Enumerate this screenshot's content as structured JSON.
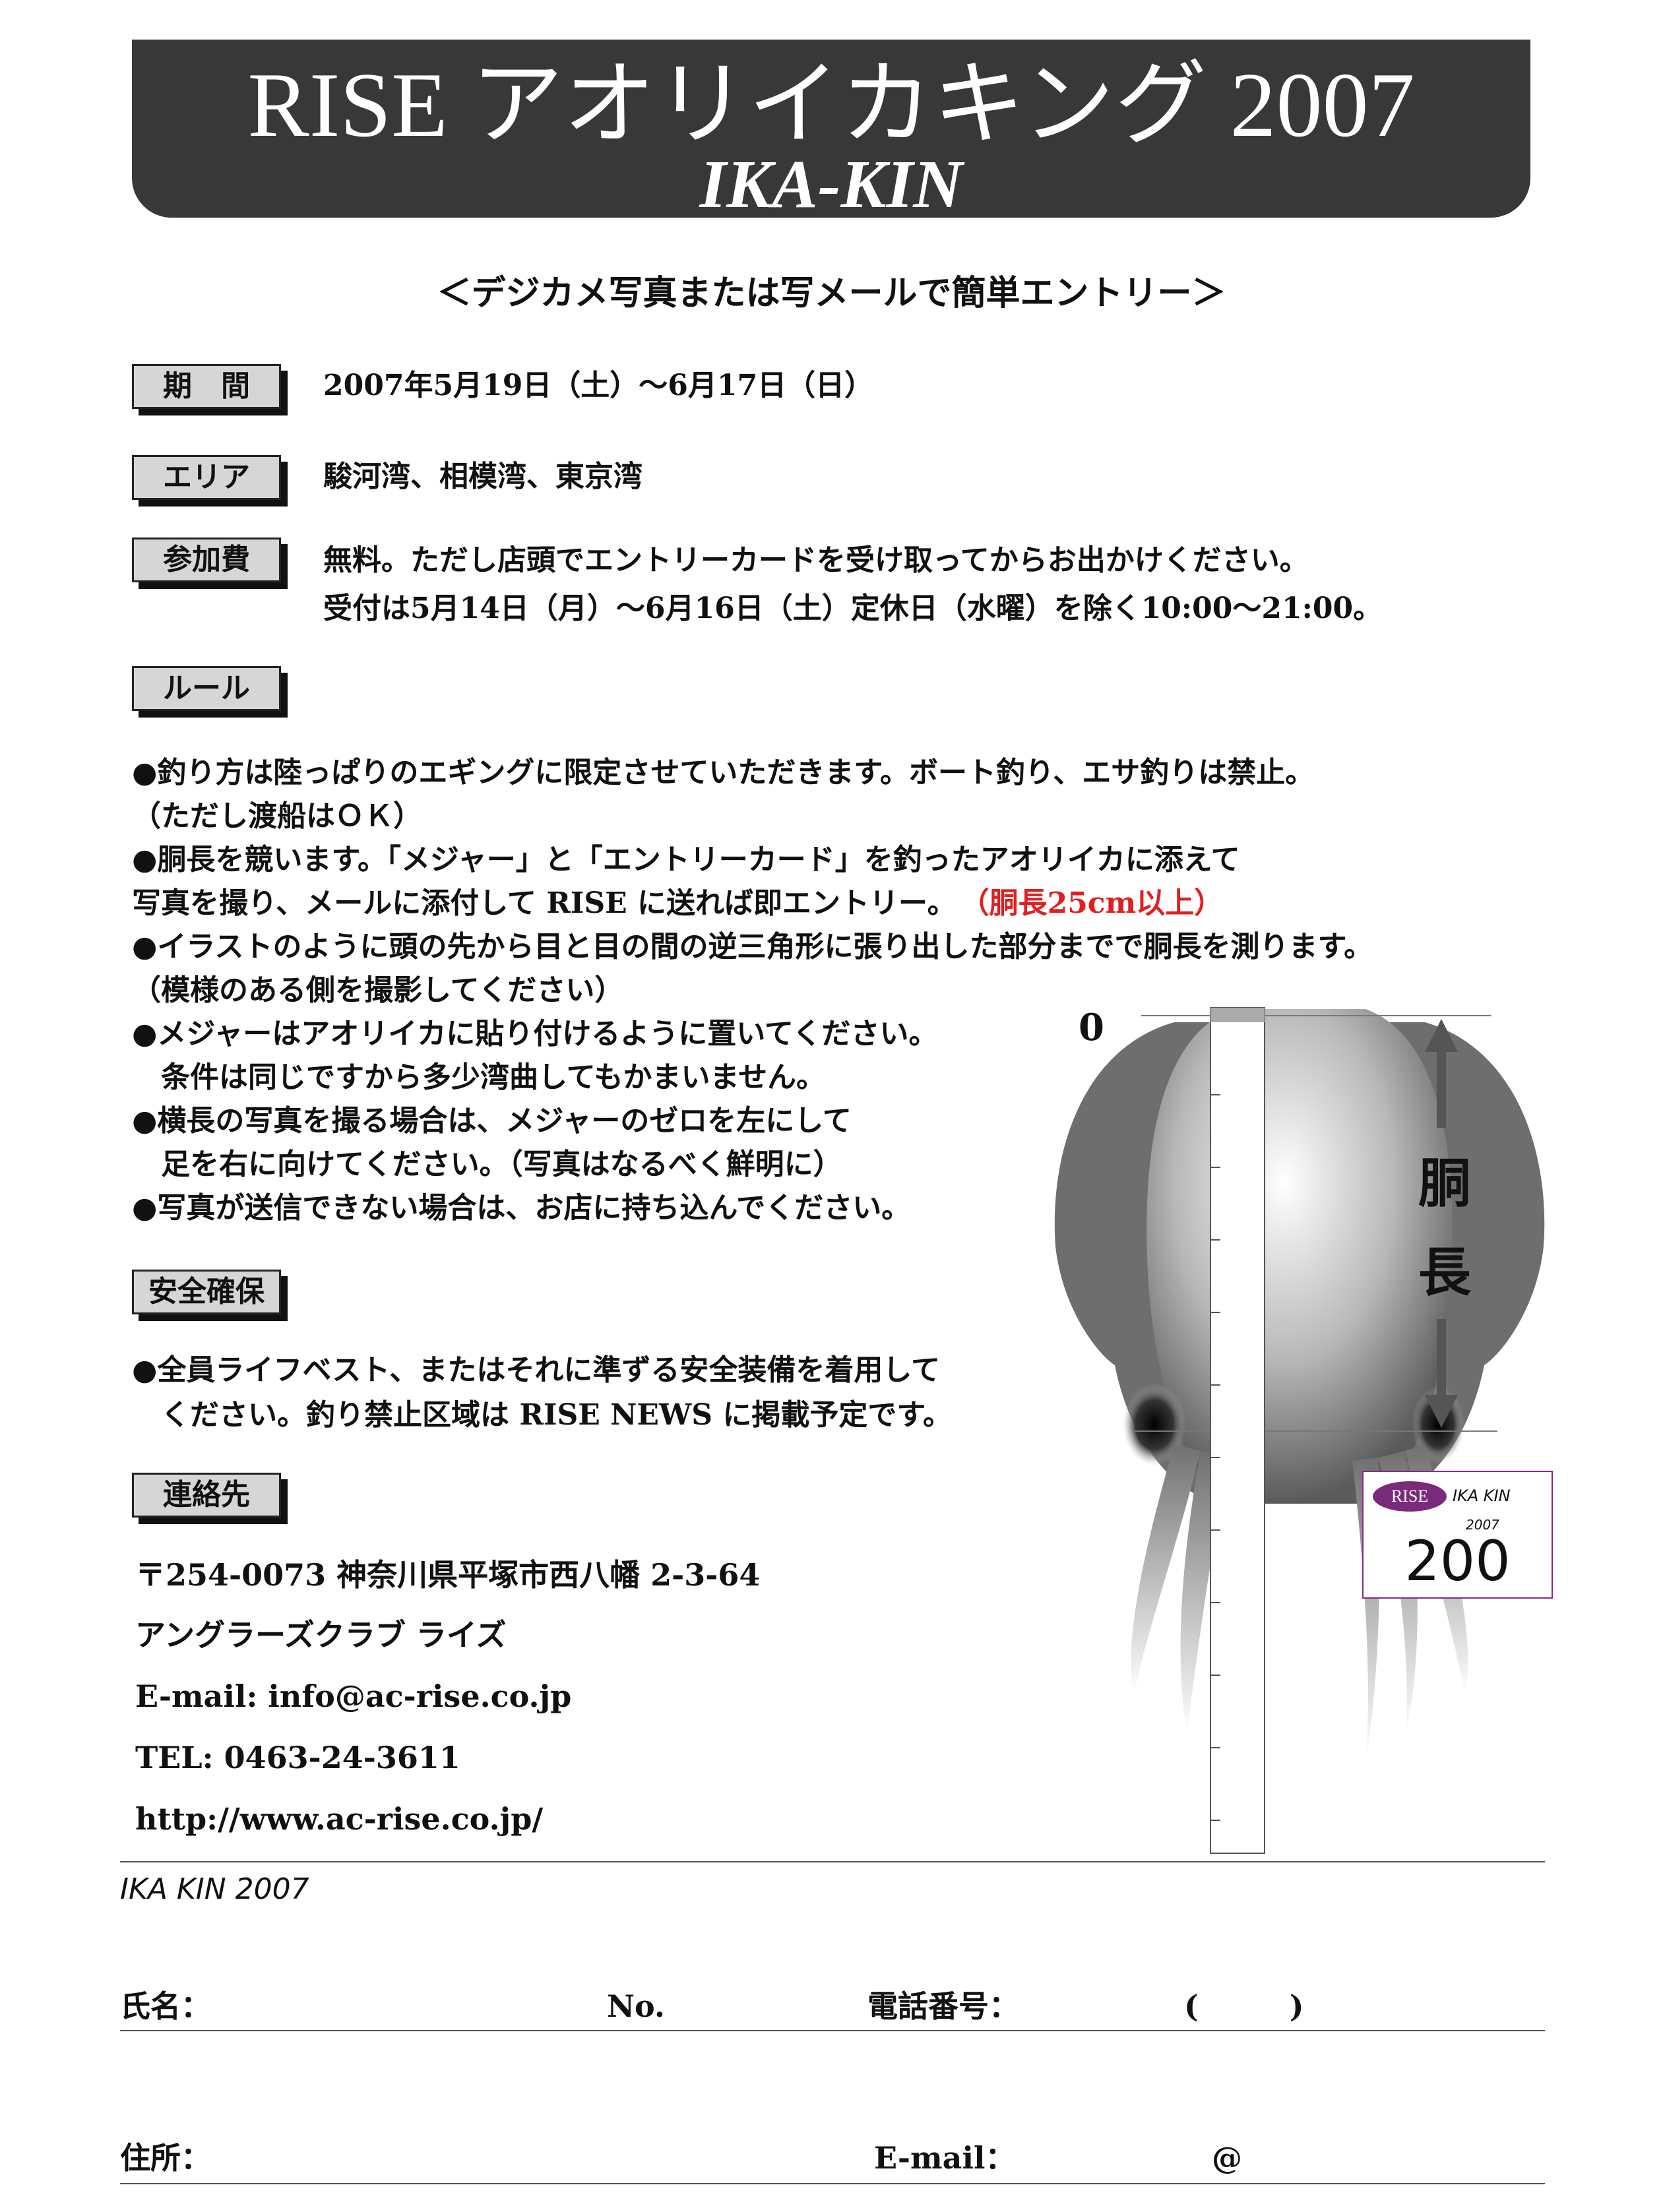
{
  "header": {
    "title": "RISE アオリイカキング 2007",
    "subtitle": "IKA-KIN"
  },
  "intro": "＜デジカメ写真または写メールで簡単エントリー＞",
  "sections": {
    "period": {
      "label": "期　間",
      "value": "2007年5月19日（土）〜6月17日（日）"
    },
    "area": {
      "label": "エリア",
      "value": "駿河湾、相模湾、東京湾"
    },
    "fee": {
      "label": "参加費",
      "line1": "無料。ただし店頭でエントリーカードを受け取ってからお出かけください。",
      "line2": "受付は5月14日（月）〜6月16日（土）定休日（水曜）を除く10:00〜21:00。"
    },
    "rules": {
      "label": "ルール",
      "lines": [
        "●釣り方は陸っぱりのエギングに限定させていただきます。ボート釣り、エサ釣りは禁止。",
        "（ただし渡船はＯＫ）",
        "●胴長を競います。「メジャー」と「エントリーカード」を釣ったアオリイカに添えて",
        "写真を撮り、メールに添付して RISE に送れば即エントリー。",
        "●イラストのように頭の先から目と目の間の逆三角形に張り出した部分までで胴長を測ります。",
        "（模様のある側を撮影してください）",
        "●メジャーはアオリイカに貼り付けるように置いてください。",
        "　条件は同じですから多少湾曲してもかまいません。",
        "●横長の写真を撮る場合は、メジャーのゼロを左にして",
        "　足を右に向けてください。（写真はなるべく鮮明に）",
        "●写真が送信できない場合は、お店に持ち込んでください。"
      ],
      "highlight": "（胴長25cm以上）"
    },
    "safety": {
      "label": "安全確保",
      "lines": [
        "●全員ライフベスト、またはそれに準ずる安全装備を着用して",
        "　ください。釣り禁止区域は RISE NEWS に掲載予定です。"
      ]
    },
    "contact": {
      "label": "連絡先",
      "address": "〒254-0073 神奈川県平塚市西八幡 2-3-64",
      "shop": "アングラーズクラブ ライズ",
      "email": "E-mail: info@ac-rise.co.jp",
      "tel": "TEL: 0463-24-3611",
      "url": "http://www.ac-rise.co.jp/"
    }
  },
  "illustration": {
    "zero_label": "0",
    "measure_label_1": "胴",
    "measure_label_2": "長",
    "badge": {
      "logo": "RISE",
      "name": "IKA KIN",
      "year": "2007",
      "number": "200"
    }
  },
  "entry_form": {
    "heading": "IKA KIN 2007",
    "name_label": "氏名：",
    "no_label": "No.",
    "phone_label": "電話番号：",
    "phone_paren": "(　　　)",
    "address_label": "住所：",
    "email_label": "E-mail：",
    "at": "@"
  },
  "colors": {
    "banner": "#383838",
    "highlight": "#e02020",
    "badge_accent": "#7a2a7a"
  }
}
